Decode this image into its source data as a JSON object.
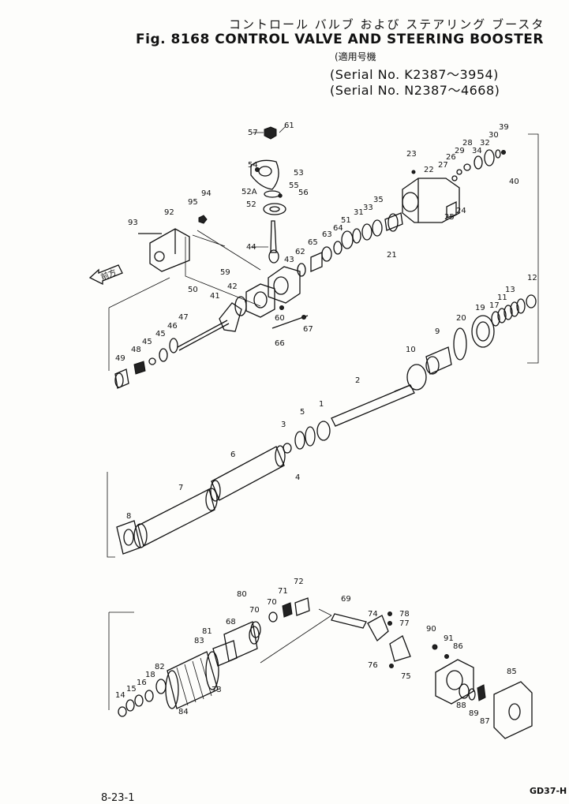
{
  "header": {
    "japanese_title": "コントロール バルブ および ステアリング ブースタ",
    "title": "Fig. 8168 CONTROL VALVE AND STEERING BOOSTER",
    "serial_note": "(適用号機",
    "serial_lines": [
      "(Serial No. K2387～3954)",
      "(Serial No. N2387～4668)"
    ]
  },
  "footer": {
    "page_ref": "8-23-1",
    "code": "GD37-H"
  },
  "arrow_tag": "前方",
  "callouts": {
    "c57": "57",
    "c61": "61",
    "c54": "54",
    "c53": "53",
    "c52A": "52A",
    "c55": "55",
    "c56": "56",
    "c52": "52",
    "c44": "44",
    "c93": "93",
    "c92": "92",
    "c95": "95",
    "c94": "94",
    "c23": "23",
    "c22": "22",
    "c27": "27",
    "c26": "26",
    "c28": "28",
    "c29": "29",
    "c34": "34",
    "c32": "32",
    "c30": "30",
    "c39": "39",
    "c40": "40",
    "c24": "24",
    "c25": "25",
    "c35": "35",
    "c33": "33",
    "c31": "31",
    "c51": "51",
    "c64": "64",
    "c63": "63",
    "c21": "21",
    "c65": "65",
    "c62": "62",
    "c43": "43",
    "c59": "59",
    "c42": "42",
    "c41": "41",
    "c50": "50",
    "c47": "47",
    "c46": "46",
    "c45": "45",
    "c48": "48",
    "c49": "49",
    "c60": "60",
    "c67": "67",
    "c66": "66",
    "c12": "12",
    "c13": "13",
    "c11": "11",
    "c17": "17",
    "c19": "19",
    "c20": "20",
    "c9": "9",
    "c10": "10",
    "c2": "2",
    "c1": "1",
    "c5": "5",
    "c3": "3",
    "c4": "4",
    "c6": "6",
    "c7": "7",
    "c8": "8",
    "c80": "80",
    "c71": "71",
    "c72": "72",
    "c70": "70",
    "c69": "69",
    "c74": "74",
    "c78": "78",
    "c77": "77",
    "c76": "76",
    "c75": "75",
    "c81": "81",
    "c68": "68",
    "c83": "83",
    "c82": "82",
    "c73": "73",
    "c84": "84",
    "c18": "18",
    "c16": "16",
    "c15": "15",
    "c14": "14",
    "c90": "90",
    "c91": "91",
    "c86": "86",
    "c85": "85",
    "c88": "88",
    "c89": "89",
    "c87": "87"
  }
}
